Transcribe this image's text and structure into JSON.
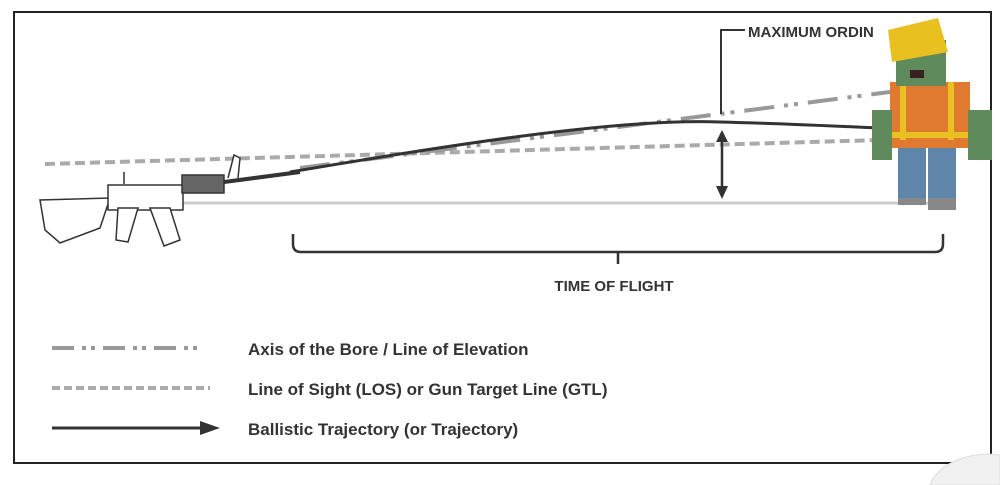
{
  "labels": {
    "maximum_ordinate": "MAXIMUM ORDIN",
    "time_of_flight": "TIME OF FLIGHT"
  },
  "legend": [
    {
      "style": "dash-dot-dot",
      "label": "Axis of the Bore / Line of Elevation"
    },
    {
      "style": "dashed",
      "label": "Line of Sight (LOS) or Gun Target Line (GTL)"
    },
    {
      "style": "solid-arrow",
      "label": "Ballistic Trajectory (or Trajectory)"
    }
  ],
  "colors": {
    "line_dark": "#333333",
    "line_grey": "#999999",
    "ground": "#cccccc",
    "vest": "#e07a30",
    "helmet": "#e8c020",
    "skin": "#5f8a5c",
    "pants": "#5d86aa"
  }
}
